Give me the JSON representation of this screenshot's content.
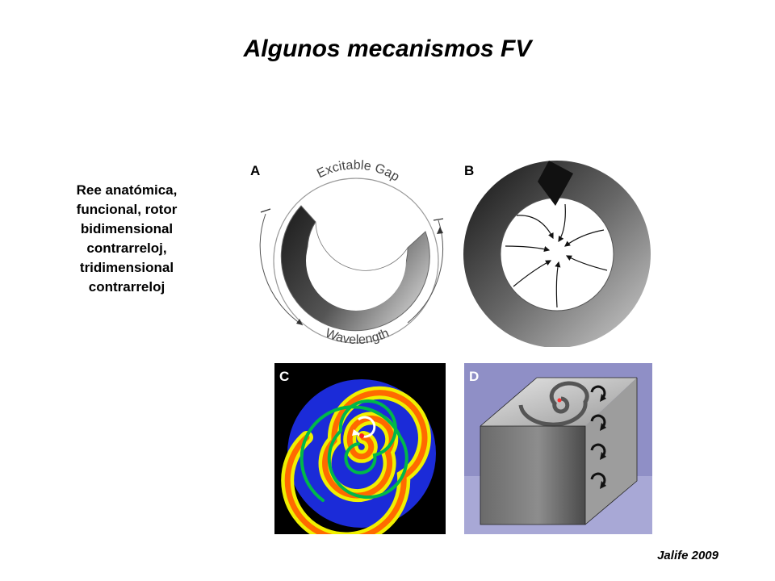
{
  "slide": {
    "title": "Algunos mecanismos FV",
    "description_lines": [
      "Ree anatómica,",
      "funcional, rotor",
      "bidimensional",
      "contrarreloj,",
      "tridimensional",
      "contrarreloj"
    ],
    "credit": "Jalife 2009"
  },
  "figure": {
    "panel_a": {
      "label": "A",
      "top_text": "Excitable Gap",
      "bottom_text": "Wavelength"
    },
    "panel_b": {
      "label": "B"
    },
    "panel_c": {
      "label": "C"
    },
    "panel_d": {
      "label": "D"
    }
  },
  "colors": {
    "background": "#ffffff",
    "text": "#000000",
    "panel_c_bg": "#000000",
    "panel_d_bg": "#8f8fc6"
  }
}
